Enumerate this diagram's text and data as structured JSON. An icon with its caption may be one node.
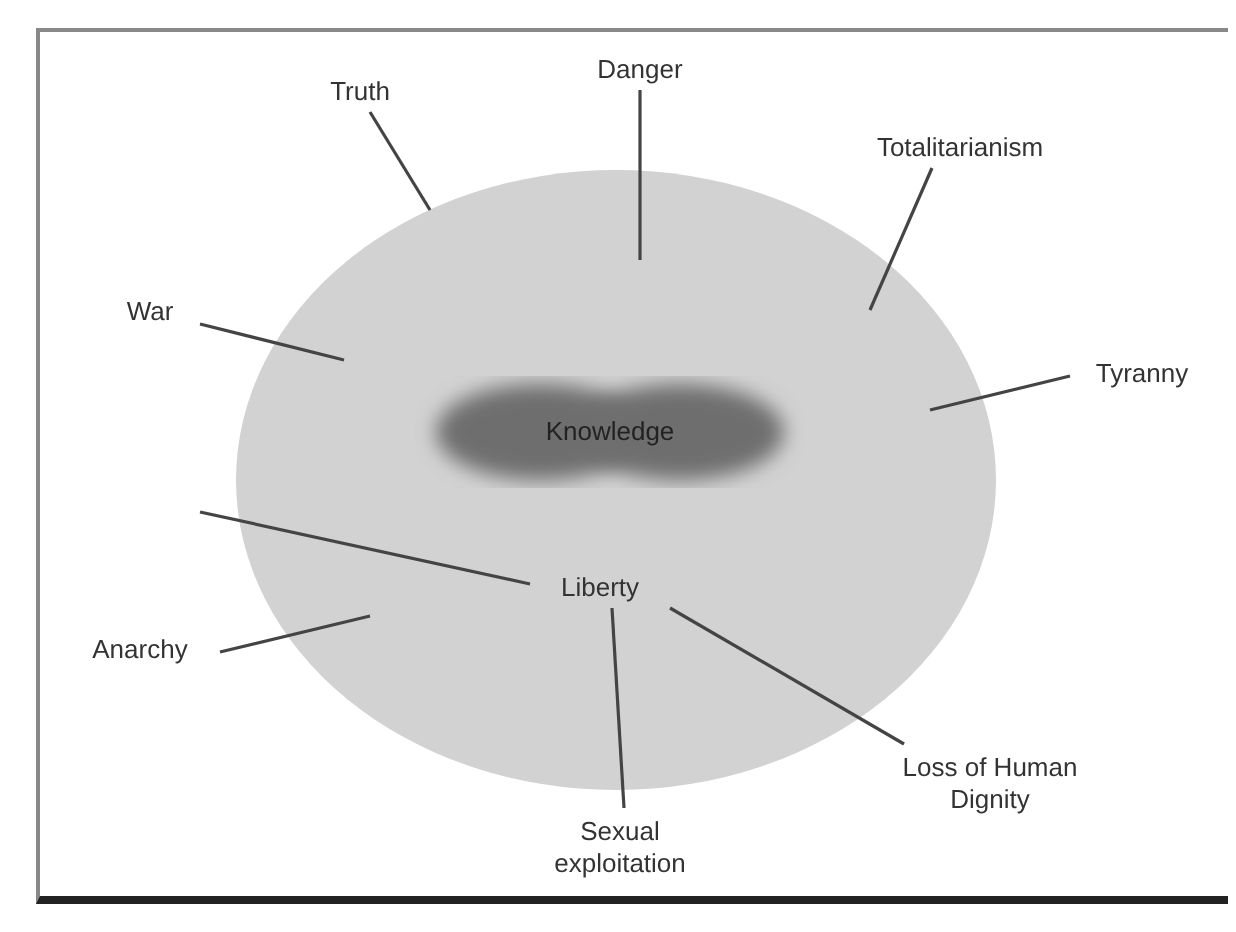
{
  "diagram": {
    "nodes": [
      {
        "text": [],
        "shape": "circle"
      },
      {
        "text": [
          "Knowledge"
        ],
        "in": 0
      },
      {
        "text": [
          "Liberty"
        ],
        "in": 0
      },
      {
        "text": [
          "Truth"
        ]
      },
      {
        "text": [
          "Danger"
        ]
      },
      {
        "text": [
          "Totalitarianism"
        ]
      },
      {
        "text": [
          "War"
        ]
      },
      {
        "text": [
          "Tyranny"
        ]
      },
      {
        "text": [
          "Anarchy"
        ]
      },
      {
        "text": [
          "Sexual exploitation"
        ]
      },
      {
        "text": [
          "Loss of Human Dignity"
        ]
      }
    ],
    "edges": [
      {
        "from": 3,
        "to": 0,
        "arrow": "none"
      },
      {
        "from": 4,
        "to": 0,
        "arrow": "none"
      },
      {
        "from": 5,
        "to": 0,
        "arrow": "none"
      },
      {
        "from": 6,
        "to": 0,
        "arrow": "none"
      },
      {
        "from": 7,
        "to": 0,
        "arrow": "none"
      },
      {
        "from": null,
        "to": 2,
        "arrow": "none"
      },
      {
        "from": 8,
        "to": 0,
        "arrow": "none"
      },
      {
        "from": 9,
        "to": 2,
        "arrow": "none"
      },
      {
        "from": 10,
        "to": 2,
        "arrow": "none"
      }
    ]
  }
}
